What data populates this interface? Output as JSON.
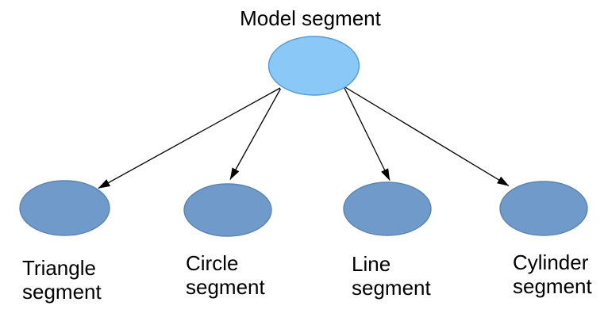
{
  "diagram": {
    "type": "tree",
    "nodes": {
      "root": {
        "label": "Model segment"
      },
      "triangle": {
        "label": "Triangle\nsegment"
      },
      "circle": {
        "label": "Circle\nsegment"
      },
      "line": {
        "label": "Line\nsegment"
      },
      "cylinder": {
        "label": "Cylinder\nsegment"
      }
    },
    "edges": [
      {
        "from": "Model segment",
        "to": "Triangle segment"
      },
      {
        "from": "Model segment",
        "to": "Circle segment"
      },
      {
        "from": "Model segment",
        "to": "Line segment"
      },
      {
        "from": "Model segment",
        "to": "Cylinder segment"
      }
    ]
  },
  "colors": {
    "background": "#FFFFFF",
    "root_fill": "#8AC9F7",
    "root_stroke": "#5599D6",
    "child_fill": "#6F9ACA",
    "child_stroke": "#5B84B1",
    "connector": "#000000",
    "text": "#000000"
  }
}
